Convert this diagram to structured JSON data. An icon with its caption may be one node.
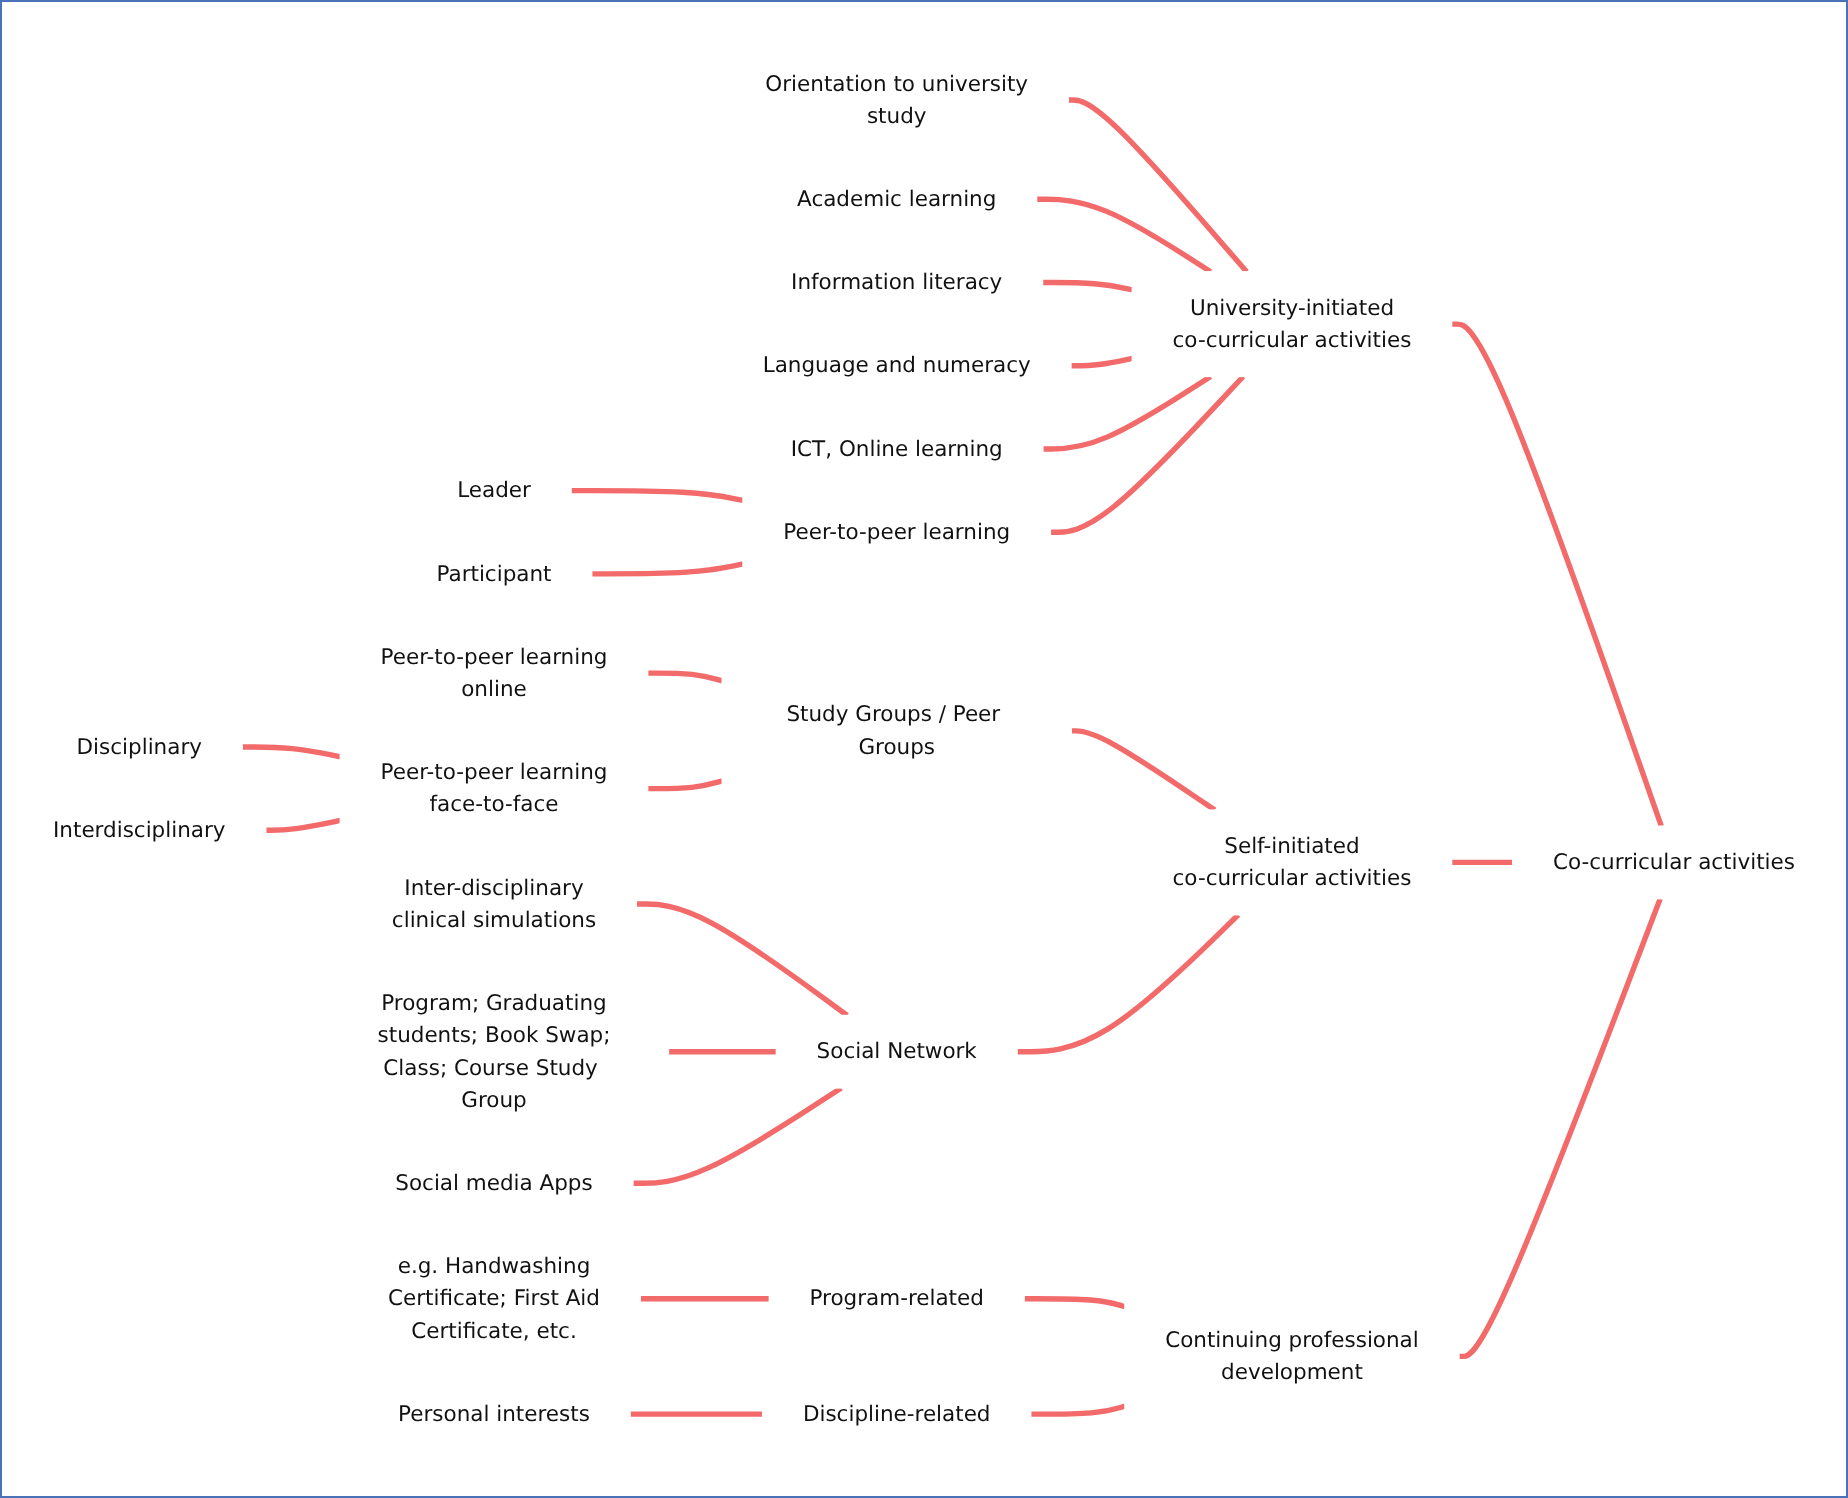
{
  "diagram": {
    "nodes": [
      {
        "text": [
          "Co-curricular activities"
        ]
      },
      {
        "text": [
          "University-initiated co-curricular activities"
        ]
      },
      {
        "text": [
          "Orientation to university study"
        ]
      },
      {
        "text": [
          "Academic learning"
        ]
      },
      {
        "text": [
          "Information literacy"
        ]
      },
      {
        "text": [
          "Language and numeracy"
        ]
      },
      {
        "text": [
          "ICT, Online learning"
        ]
      },
      {
        "text": [
          "Peer-to-peer learning"
        ]
      },
      {
        "text": [
          "Leader"
        ]
      },
      {
        "text": [
          "Participant"
        ]
      },
      {
        "text": [
          "Self-initiated co-curricular activities"
        ]
      },
      {
        "text": [
          "Study Groups / Peer Groups"
        ]
      },
      {
        "text": [
          "Peer-to-peer learning online"
        ]
      },
      {
        "text": [
          "Peer-to-peer learning face-to-face"
        ]
      },
      {
        "text": [
          "Disciplinary"
        ]
      },
      {
        "text": [
          "Interdisciplinary"
        ]
      },
      {
        "text": [
          "Social Network"
        ]
      },
      {
        "text": [
          "Inter-disciplinary clinical simulations"
        ]
      },
      {
        "text": [
          "Program; Graduating students; Book Swap; Class; Course Study Group"
        ]
      },
      {
        "text": [
          "Social media Apps"
        ]
      },
      {
        "text": [
          "Continuing professional development"
        ]
      },
      {
        "text": [
          "Program-related"
        ]
      },
      {
        "text": [
          "e.g. Handwashing Certificate; First Aid Certificate, etc."
        ]
      },
      {
        "text": [
          "Discipline-related"
        ]
      },
      {
        "text": [
          "Personal interests"
        ]
      }
    ],
    "edges": [
      {
        "from": 0,
        "to": 1,
        "arrow": "none"
      },
      {
        "from": 1,
        "to": 2,
        "arrow": "none"
      },
      {
        "from": 1,
        "to": 3,
        "arrow": "none"
      },
      {
        "from": 1,
        "to": 4,
        "arrow": "none"
      },
      {
        "from": 1,
        "to": 5,
        "arrow": "none"
      },
      {
        "from": 1,
        "to": 6,
        "arrow": "none"
      },
      {
        "from": 1,
        "to": 7,
        "arrow": "none"
      },
      {
        "from": 7,
        "to": 8,
        "arrow": "none"
      },
      {
        "from": 7,
        "to": 9,
        "arrow": "none"
      },
      {
        "from": 0,
        "to": 10,
        "arrow": "none"
      },
      {
        "from": 10,
        "to": 11,
        "arrow": "none"
      },
      {
        "from": 11,
        "to": 12,
        "arrow": "none"
      },
      {
        "from": 11,
        "to": 13,
        "arrow": "none"
      },
      {
        "from": 13,
        "to": 14,
        "arrow": "none"
      },
      {
        "from": 13,
        "to": 15,
        "arrow": "none"
      },
      {
        "from": 10,
        "to": 16,
        "arrow": "none"
      },
      {
        "from": 16,
        "to": 17,
        "arrow": "none"
      },
      {
        "from": 16,
        "to": 18,
        "arrow": "none"
      },
      {
        "from": 16,
        "to": 19,
        "arrow": "none"
      },
      {
        "from": 0,
        "to": 20,
        "arrow": "none"
      },
      {
        "from": 20,
        "to": 21,
        "arrow": "none"
      },
      {
        "from": 21,
        "to": 22,
        "arrow": "none"
      },
      {
        "from": 20,
        "to": 23,
        "arrow": "none"
      },
      {
        "from": 23,
        "to": 24,
        "arrow": "none"
      }
    ]
  }
}
